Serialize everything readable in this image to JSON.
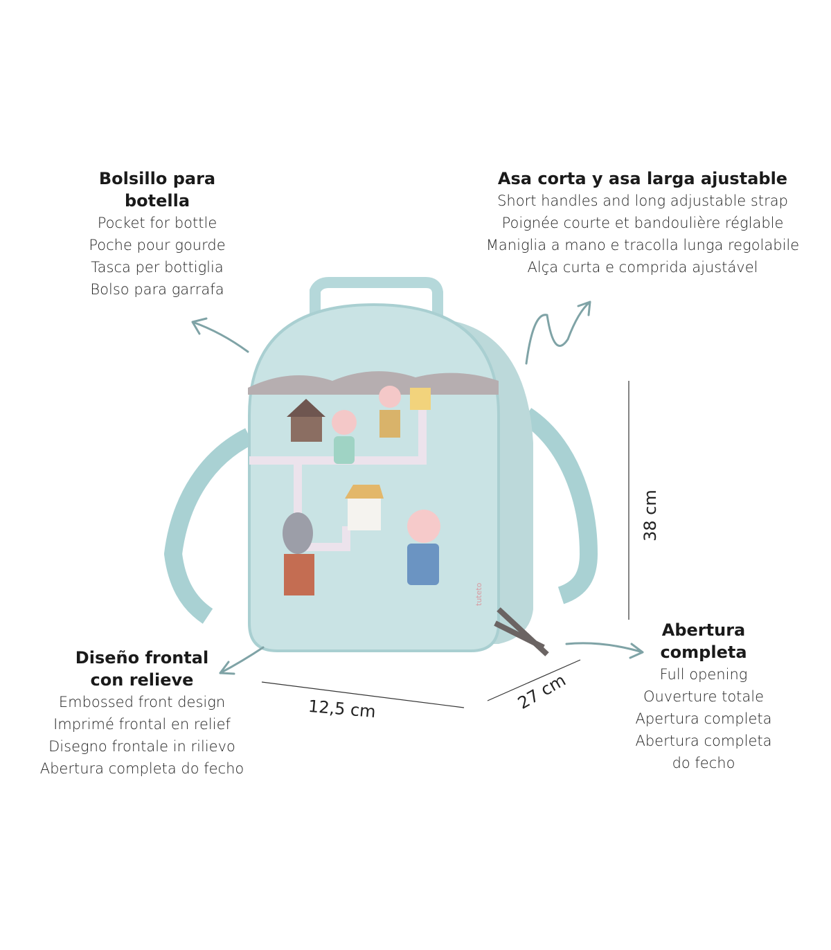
{
  "features": {
    "bottle_pocket": {
      "title": "Bolsillo para botella",
      "lines": [
        "Pocket for bottle",
        "Poche pour gourde",
        "Tasca per bottiglia",
        "Bolso para garrafa"
      ]
    },
    "handles": {
      "title": "Asa corta y asa larga ajustable",
      "lines": [
        "Short handles and long adjustable strap",
        "Poignée courte et bandoulière réglable",
        "Maniglia a mano e tracolla lunga regolabile",
        "Alça curta e comprida ajustável"
      ]
    },
    "front_design": {
      "title1": "Diseño frontal",
      "title2": "con relieve",
      "lines": [
        "Embossed front design",
        "Imprimé frontal en relief",
        "Disegno frontale in rilievo",
        "Abertura completa do fecho"
      ]
    },
    "opening": {
      "title1": "Abertura",
      "title2": "completa",
      "lines": [
        "Full opening",
        "Ouverture totale",
        "Apertura completa",
        "Abertura completa",
        "do fecho"
      ]
    }
  },
  "dimensions": {
    "height": "38 cm",
    "width": "12,5 cm",
    "depth": "27 cm"
  },
  "brand_logo": "tuteto",
  "colors": {
    "arrow": "#7fa3a6",
    "bag": "#c6e0e1",
    "strap": "#a9d1d3"
  }
}
